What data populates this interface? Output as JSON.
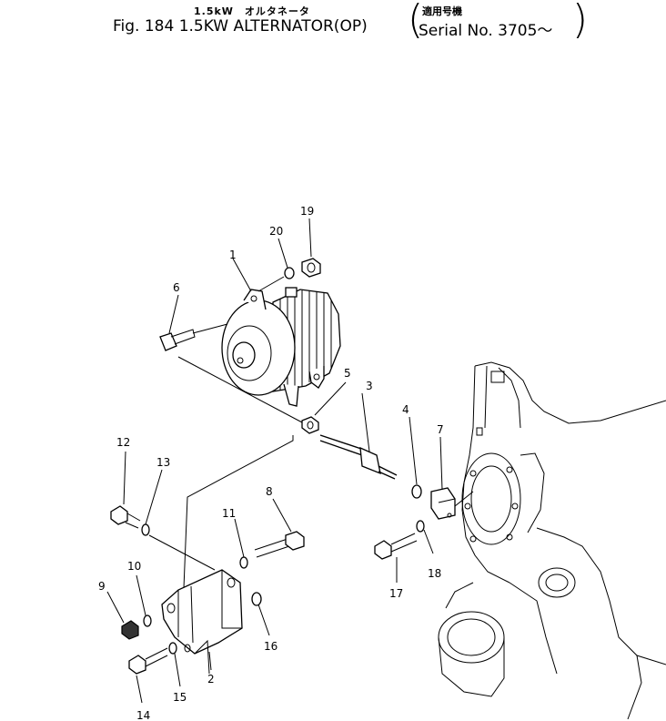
{
  "header": {
    "jp_subtitle": "1.5kW　オルタネータ",
    "figure_title": "Fig. 184  1.5KW  ALTERNATOR(OP)",
    "serial_jp": "適用号機",
    "serial_text": "Serial No. 3705～"
  },
  "callouts": [
    "1",
    "2",
    "3",
    "4",
    "5",
    "6",
    "7",
    "8",
    "9",
    "10",
    "11",
    "12",
    "13",
    "14",
    "15",
    "16",
    "17",
    "18",
    "19",
    "20"
  ]
}
